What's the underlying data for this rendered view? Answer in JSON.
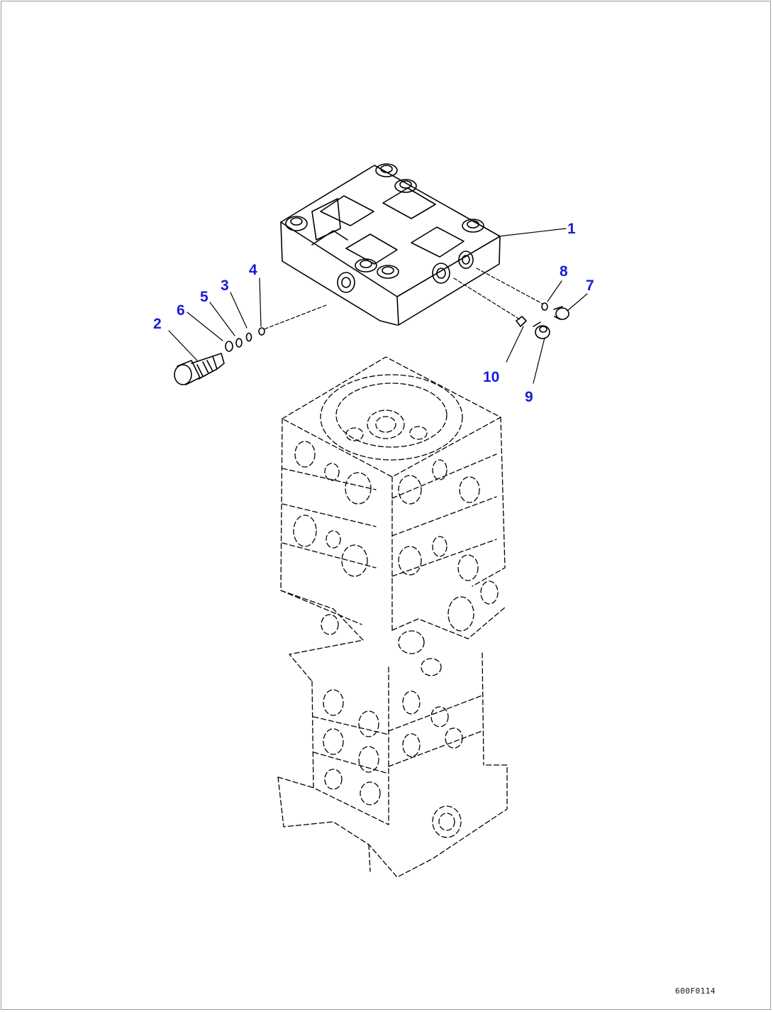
{
  "diagram": {
    "callouts": [
      {
        "id": "1",
        "label": "1"
      },
      {
        "id": "2",
        "label": "2"
      },
      {
        "id": "3",
        "label": "3"
      },
      {
        "id": "4",
        "label": "4"
      },
      {
        "id": "5",
        "label": "5"
      },
      {
        "id": "6",
        "label": "6"
      },
      {
        "id": "7",
        "label": "7"
      },
      {
        "id": "8",
        "label": "8"
      },
      {
        "id": "9",
        "label": "9"
      },
      {
        "id": "10",
        "label": "10"
      }
    ],
    "drawing_code": "600F0114",
    "colors": {
      "callout_text": "#1a1ad8",
      "line_art": "#000000",
      "frame": "#9a9a9a"
    }
  }
}
